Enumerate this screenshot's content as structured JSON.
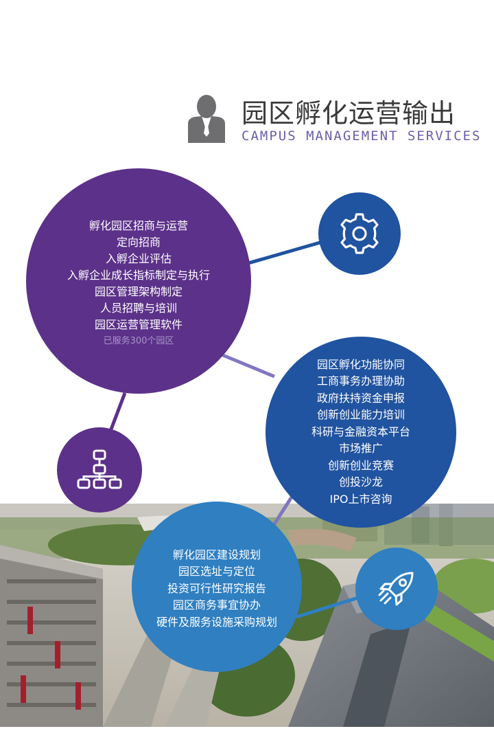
{
  "header": {
    "title": "园区孵化运营输出",
    "subtitle": "CAMPUS MANAGEMENT SERVICES",
    "icon": "manager-person-icon"
  },
  "colors": {
    "purple": "#5c3189",
    "blue": "#2053a0",
    "light_blue": "#2f7fc1",
    "link_line": "#7f76c0"
  },
  "circle_purple": {
    "items": [
      "孵化园区招商与运营",
      "定向招商",
      "入孵企业评估",
      "入孵企业成长指标制定与执行",
      "园区管理架构制定",
      "人员招聘与培训",
      "园区运营管理软件"
    ],
    "note": "已服务300个园区"
  },
  "circle_blue": {
    "items": [
      "园区孵化功能协同",
      "工商事务办理协助",
      "政府扶持资金申报",
      "创新创业能力培训",
      "科研与金融资本平台",
      "市场推广",
      "创新创业竞赛",
      "创投沙龙",
      "IPO上市咨询"
    ]
  },
  "circle_light": {
    "items": [
      "孵化园区建设规划",
      "园区选址与定位",
      "投资可行性研究报告",
      "园区商务事宜协办",
      "硬件及服务设施采购规划"
    ]
  },
  "icons": {
    "gear": "gear-icon",
    "org": "org-chart-icon",
    "rocket": "rocket-icon"
  }
}
